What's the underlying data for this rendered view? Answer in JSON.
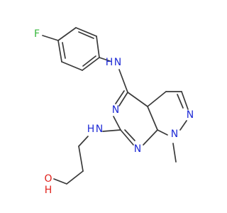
{
  "atom_labels": {
    "fluorine": "F",
    "amine_top_n": "N",
    "amine_top_h": "H",
    "pyrimidine_n3": "N",
    "pyrimidine_n1": "N",
    "pyrazole_n2": "N",
    "pyrazole_n1": "N",
    "amine_bottom_h": "H",
    "amine_bottom_n": "N",
    "hydroxyl_o": "O",
    "hydroxyl_h": "H"
  },
  "colors": {
    "bond": "#3a3a3a",
    "carbon_hetero_neutral": "#3a3a3a",
    "nitrogen": "#1f2bd6",
    "oxygen": "#e0201a",
    "fluorine": "#36b83c"
  }
}
